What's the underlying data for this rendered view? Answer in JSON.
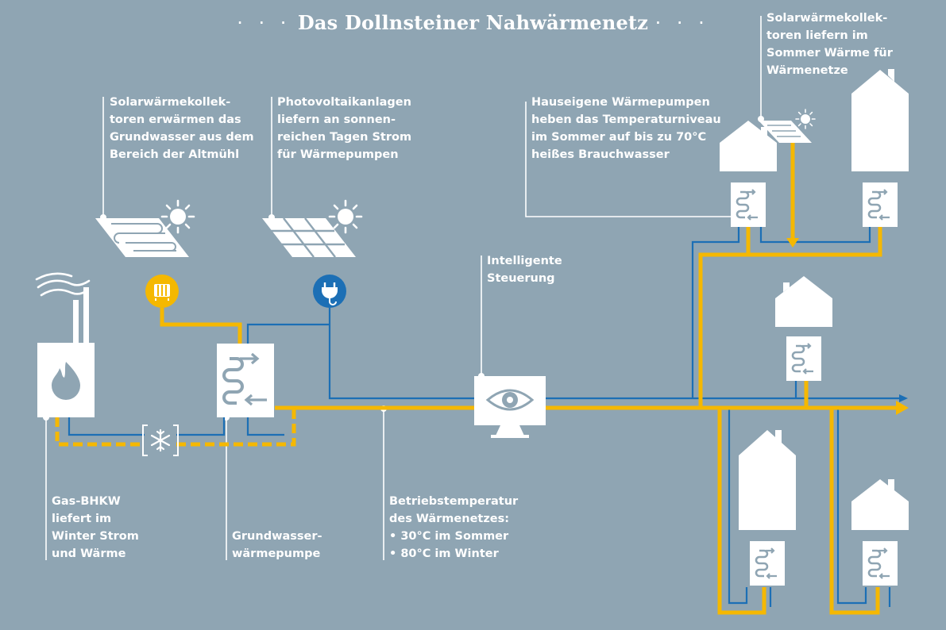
{
  "title": "Das Dollnsteiner Nahwärmenetz",
  "title_ornament": "· · ·",
  "labels": {
    "solar_groundwater": "Solarwärmekollek-\ntoren erwärmen das\nGrundwasser aus dem\nBereich der Altmühl",
    "photovoltaic": "Photovoltaikanlagen\nliefern an sonnen-\nreichen Tagen Strom\nfür Wärmepumpen",
    "house_heatpumps": "Hauseigene Wärmepumpen\nheben das Temperaturniveau\nim Sommer auf bis zu 70°C\nheißes Brauchwasser",
    "solar_summer": "Solarwärmekollek-\ntoren liefern im\nSommer Wärme für\nWärmenetze",
    "smart_control": "Intelligente\nSteuerung",
    "gas_chp": "Gas-BHKW\nliefert im\nWinter Strom\nund Wärme",
    "groundwater_pump": "Grundwasser-\nwärmepumpe",
    "operating_temp": "Betriebstemperatur\ndes Wärmenetzes:\n• 30°C im Sommer\n• 80°C im Winter"
  },
  "colors": {
    "background": "#8fa5b3",
    "heat_pipe": "#f5b800",
    "power_line": "#1c6fb5",
    "white": "#ffffff",
    "icon_grey": "#8fa5b3"
  },
  "icons": {
    "sun": "sun-icon",
    "flame": "flame-icon",
    "eye": "eye-icon",
    "snowflake": "snowflake-icon",
    "radiator": "radiator-icon",
    "plug": "plug-icon",
    "heat_exchanger": "heat-exchanger-icon",
    "house": "house-icon",
    "chimney_smoke": "smoke-icon"
  }
}
